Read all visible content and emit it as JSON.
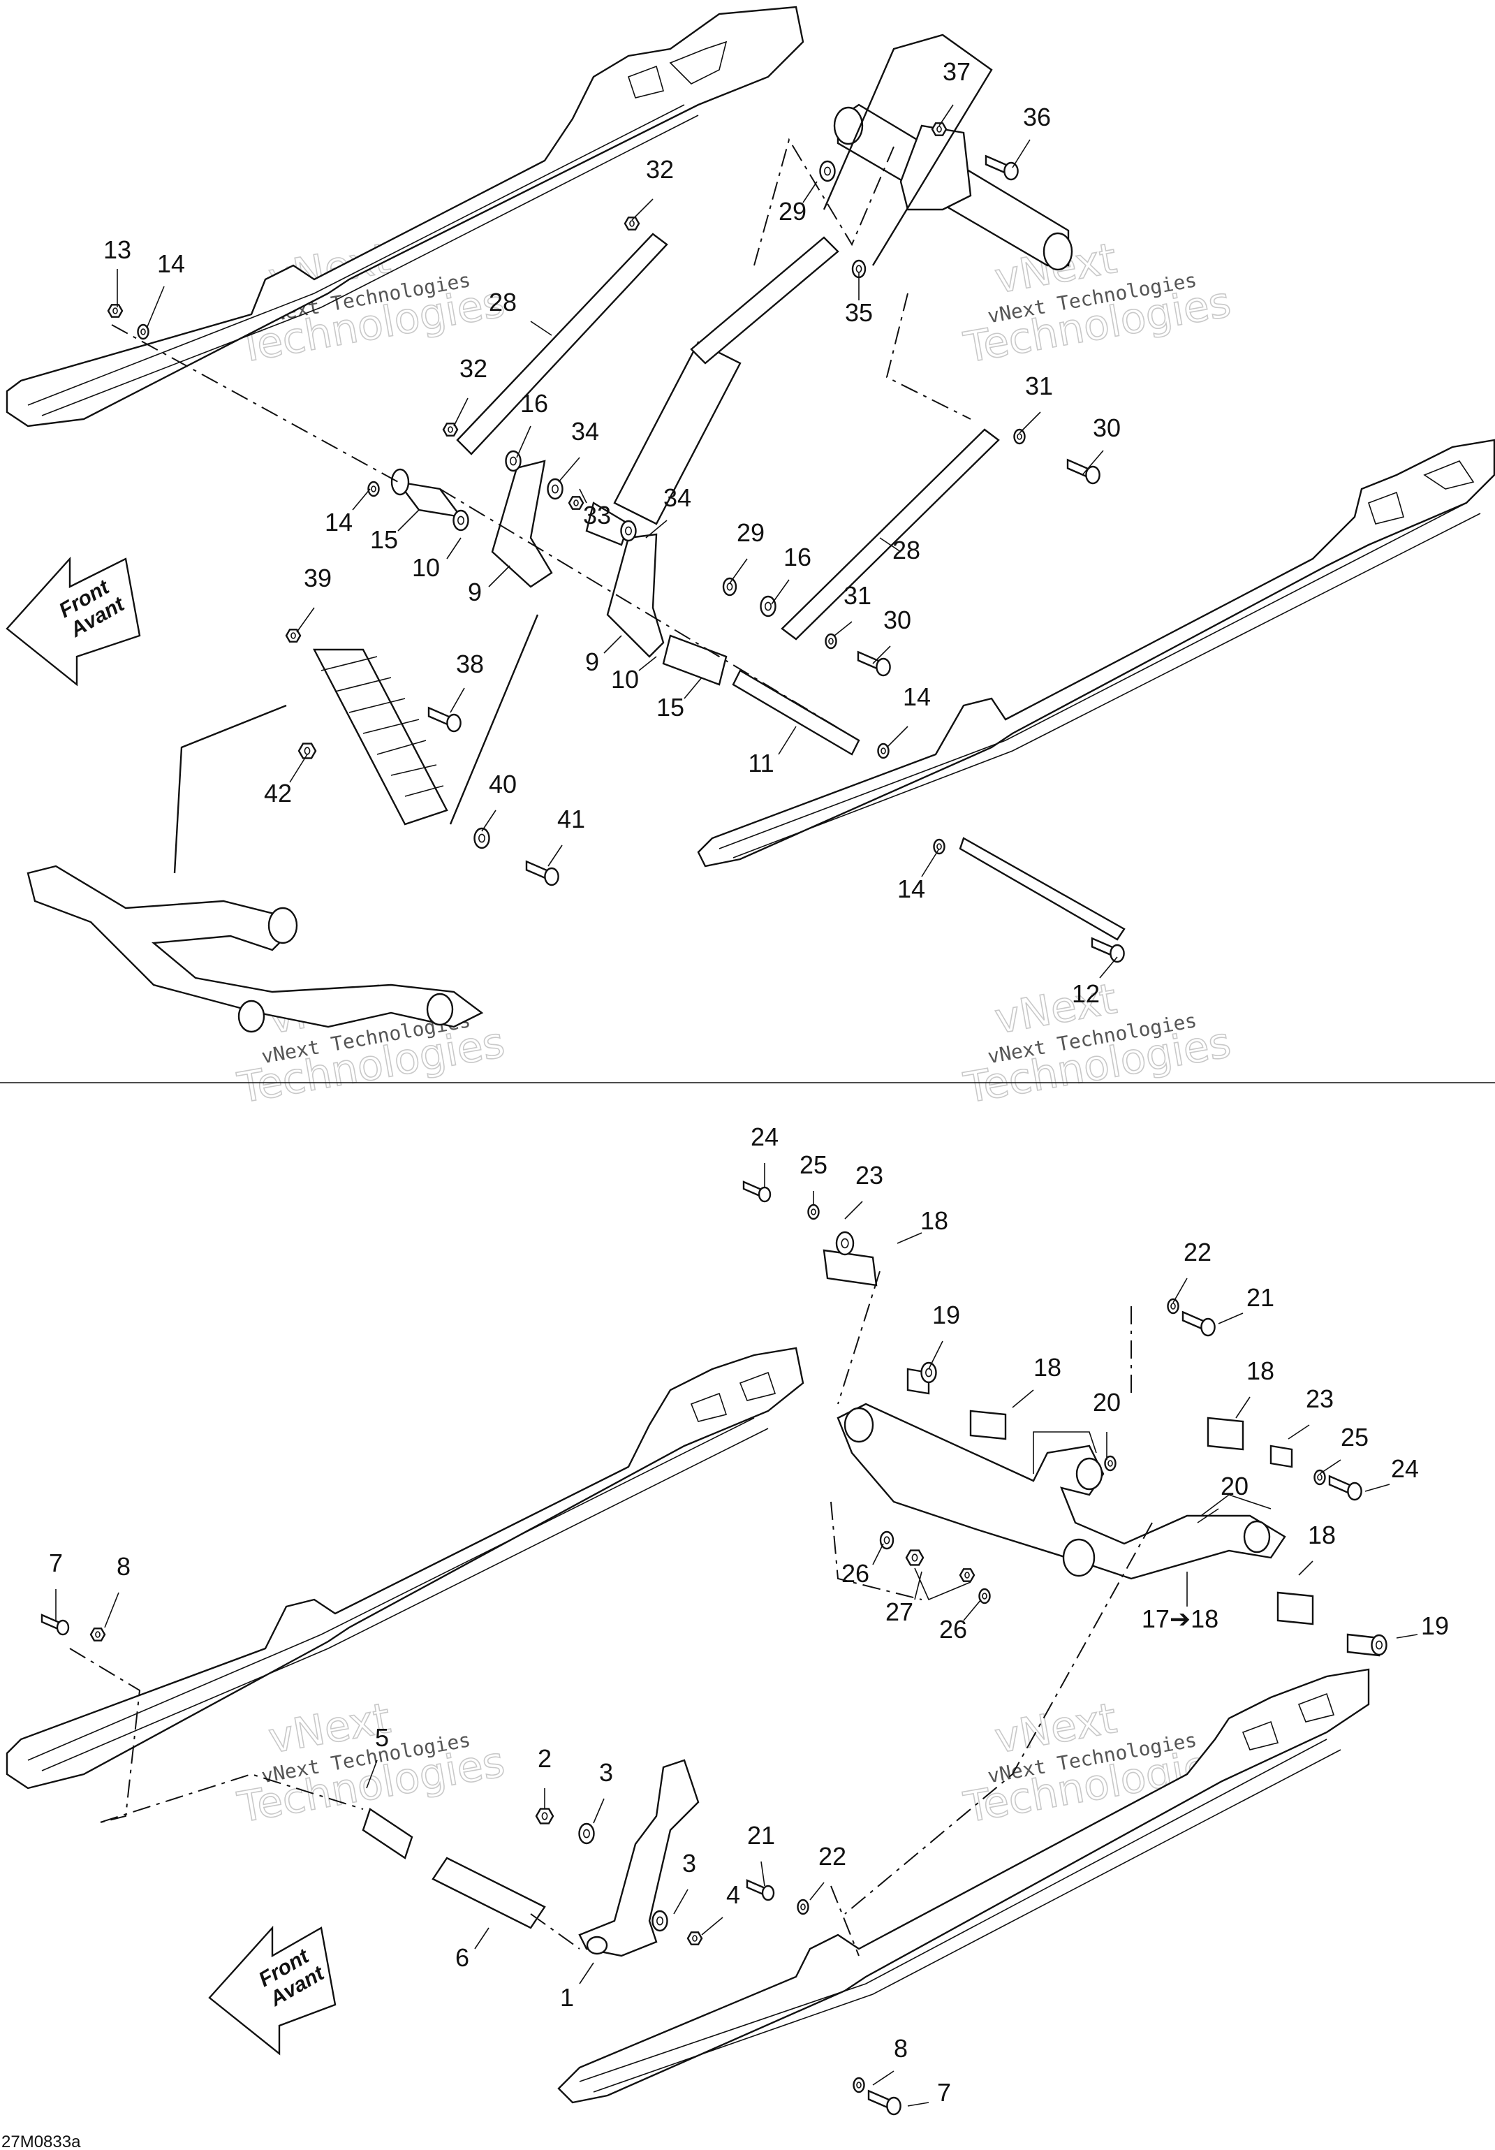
{
  "figure_code": "27M0833a",
  "watermark": {
    "line1": "vNext",
    "line2": "Technologies",
    "caption": "vNext Technologies"
  },
  "direction_arrow": {
    "line1": "Front",
    "line2": "Avant"
  },
  "part_labels": [
    {
      "id": "t-37",
      "text": "37"
    },
    {
      "id": "t-36",
      "text": "36"
    },
    {
      "id": "t-32a",
      "text": "32"
    },
    {
      "id": "t-29a",
      "text": "29"
    },
    {
      "id": "t-13",
      "text": "13"
    },
    {
      "id": "t-14a",
      "text": "14"
    },
    {
      "id": "t-28a",
      "text": "28"
    },
    {
      "id": "t-35",
      "text": "35"
    },
    {
      "id": "t-32b",
      "text": "32"
    },
    {
      "id": "t-16a",
      "text": "16"
    },
    {
      "id": "t-34a",
      "text": "34"
    },
    {
      "id": "t-31a",
      "text": "31"
    },
    {
      "id": "t-30a",
      "text": "30"
    },
    {
      "id": "t-14b",
      "text": "14"
    },
    {
      "id": "t-15a",
      "text": "15"
    },
    {
      "id": "t-10a",
      "text": "10"
    },
    {
      "id": "t-33",
      "text": "33"
    },
    {
      "id": "t-34b",
      "text": "34"
    },
    {
      "id": "t-9a",
      "text": "9"
    },
    {
      "id": "t-29b",
      "text": "29"
    },
    {
      "id": "t-16b",
      "text": "16"
    },
    {
      "id": "t-28b",
      "text": "28"
    },
    {
      "id": "t-39",
      "text": "39"
    },
    {
      "id": "t-31b",
      "text": "31"
    },
    {
      "id": "t-30b",
      "text": "30"
    },
    {
      "id": "t-9b",
      "text": "9"
    },
    {
      "id": "t-10b",
      "text": "10"
    },
    {
      "id": "t-38",
      "text": "38"
    },
    {
      "id": "t-15b",
      "text": "15"
    },
    {
      "id": "t-14c",
      "text": "14"
    },
    {
      "id": "t-11",
      "text": "11"
    },
    {
      "id": "t-42",
      "text": "42"
    },
    {
      "id": "t-40",
      "text": "40"
    },
    {
      "id": "t-41",
      "text": "41"
    },
    {
      "id": "t-14d",
      "text": "14"
    },
    {
      "id": "t-12",
      "text": "12"
    },
    {
      "id": "t-24a",
      "text": "24"
    },
    {
      "id": "t-25a",
      "text": "25"
    },
    {
      "id": "t-23a",
      "text": "23"
    },
    {
      "id": "t-18a",
      "text": "18"
    },
    {
      "id": "t-22a",
      "text": "22"
    },
    {
      "id": "t-21a",
      "text": "21"
    },
    {
      "id": "t-19a",
      "text": "19"
    },
    {
      "id": "t-18b",
      "text": "18"
    },
    {
      "id": "t-20a",
      "text": "20"
    },
    {
      "id": "t-18c",
      "text": "18"
    },
    {
      "id": "t-23b",
      "text": "23"
    },
    {
      "id": "t-25b",
      "text": "25"
    },
    {
      "id": "t-24b",
      "text": "24"
    },
    {
      "id": "t-20b",
      "text": "20"
    },
    {
      "id": "t-26a",
      "text": "26"
    },
    {
      "id": "t-27",
      "text": "27"
    },
    {
      "id": "t-26b",
      "text": "26"
    },
    {
      "id": "t-18d",
      "text": "18"
    },
    {
      "id": "t-17",
      "text": "17➔18"
    },
    {
      "id": "t-19b",
      "text": "19"
    },
    {
      "id": "t-7a",
      "text": "7"
    },
    {
      "id": "t-8a",
      "text": "8"
    },
    {
      "id": "t-5",
      "text": "5"
    },
    {
      "id": "t-2",
      "text": "2"
    },
    {
      "id": "t-3a",
      "text": "3"
    },
    {
      "id": "t-21b",
      "text": "21"
    },
    {
      "id": "t-22b",
      "text": "22"
    },
    {
      "id": "t-3b",
      "text": "3"
    },
    {
      "id": "t-4",
      "text": "4"
    },
    {
      "id": "t-6",
      "text": "6"
    },
    {
      "id": "t-1",
      "text": "1"
    },
    {
      "id": "t-8b",
      "text": "8"
    },
    {
      "id": "t-7b",
      "text": "7"
    }
  ]
}
